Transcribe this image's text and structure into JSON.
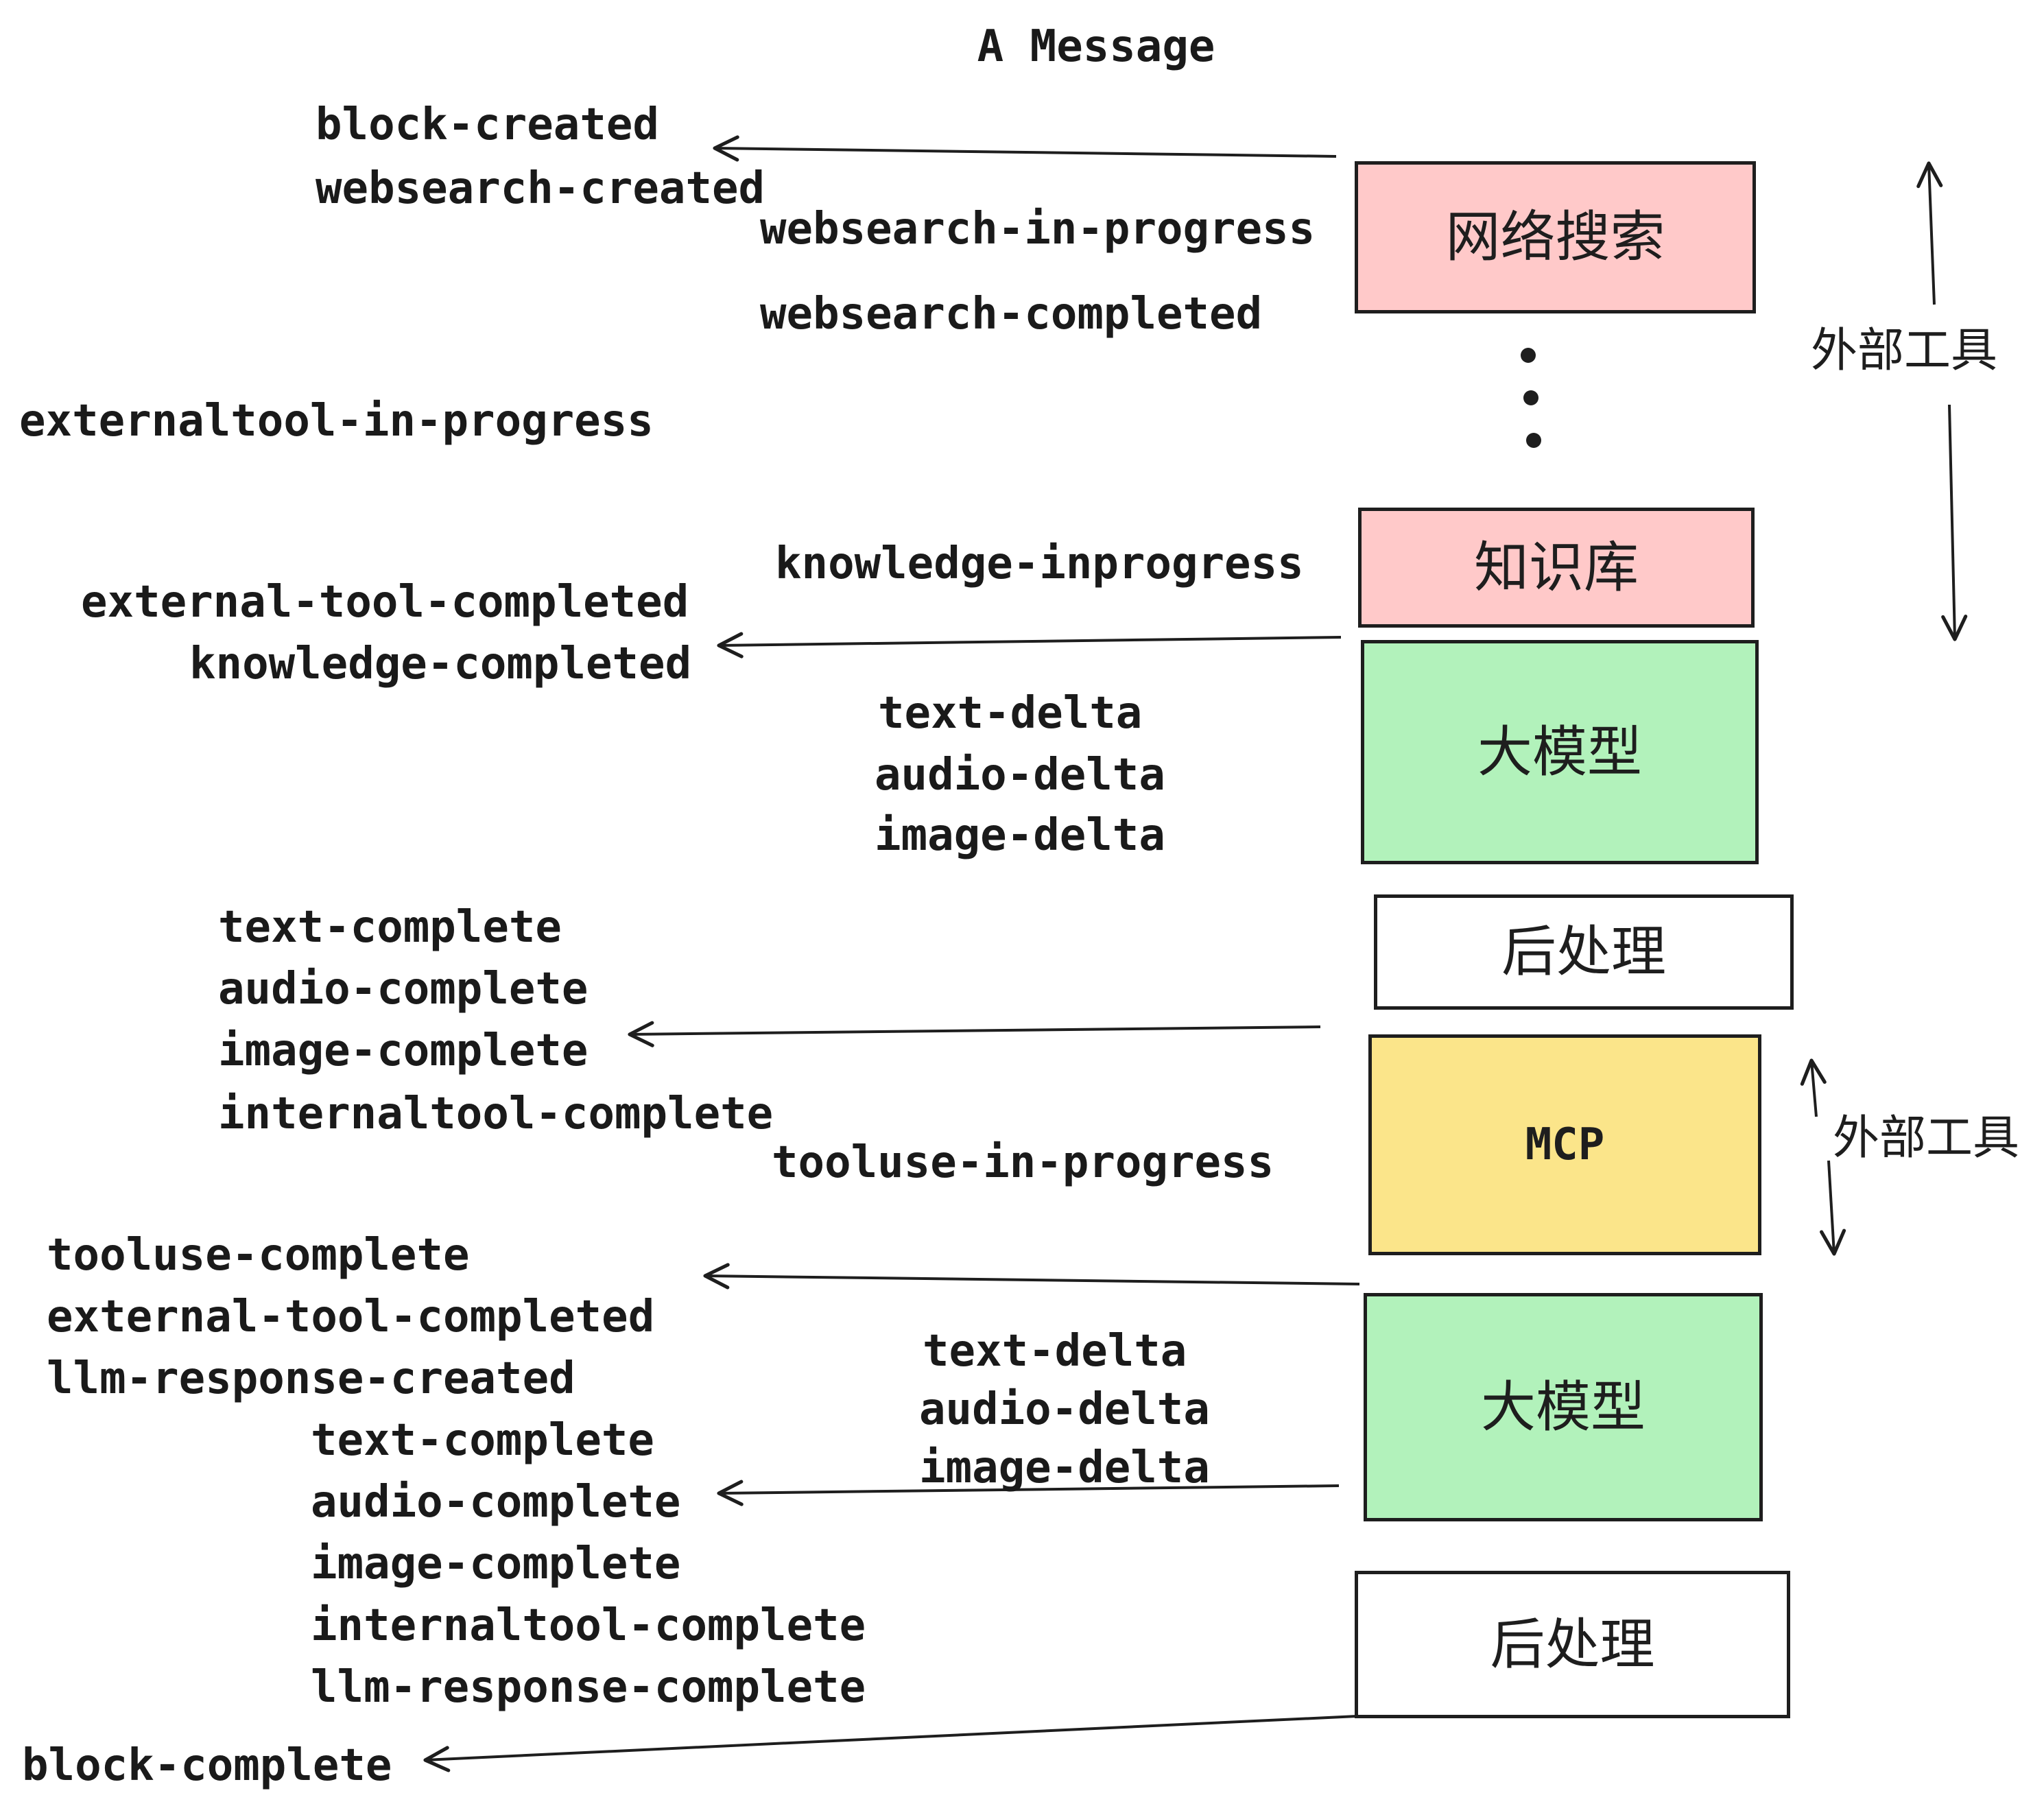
{
  "title": "A Message",
  "side": {
    "external_tools": "外部工具"
  },
  "colors": {
    "stroke": "#1e1e1e",
    "pink": "#ffc9c9",
    "green": "#b2f2bb",
    "yellow": "#fbe58a",
    "white": "#ffffff"
  },
  "boxes": [
    {
      "id": "websearch",
      "label": "网络搜索",
      "fill": "#ffc9c9"
    },
    {
      "id": "knowledge",
      "label": "知识库",
      "fill": "#ffc9c9"
    },
    {
      "id": "llm-1",
      "label": "大模型",
      "fill": "#b2f2bb"
    },
    {
      "id": "postprocess-1",
      "label": "后处理",
      "fill": "#ffffff"
    },
    {
      "id": "mcp",
      "label": "MCP",
      "fill": "#fbe58a"
    },
    {
      "id": "llm-2",
      "label": "大模型",
      "fill": "#b2f2bb"
    },
    {
      "id": "postprocess-2",
      "label": "后处理",
      "fill": "#ffffff"
    }
  ],
  "events": {
    "block_created": "block-created",
    "websearch_created": "websearch-created",
    "websearch_in_progress": "websearch-in-progress",
    "websearch_completed": "websearch-completed",
    "externaltool_in_progress": "externaltool-in-progress",
    "knowledge_inprogress": "knowledge-inprogress",
    "external_tool_completed": "external-tool-completed",
    "knowledge_completed": "knowledge-completed",
    "text_delta": "text-delta",
    "audio_delta": "audio-delta",
    "image_delta": "image-delta",
    "text_complete": "text-complete",
    "audio_complete": "audio-complete",
    "image_complete": "image-complete",
    "internaltool_complete": "internaltool-complete",
    "tooluse_in_progress": "tooluse-in-progress",
    "tooluse_complete": "tooluse-complete",
    "llm_response_created": "llm-response-created",
    "llm_response_complete": "llm-response-complete",
    "block_complete": "block-complete"
  }
}
